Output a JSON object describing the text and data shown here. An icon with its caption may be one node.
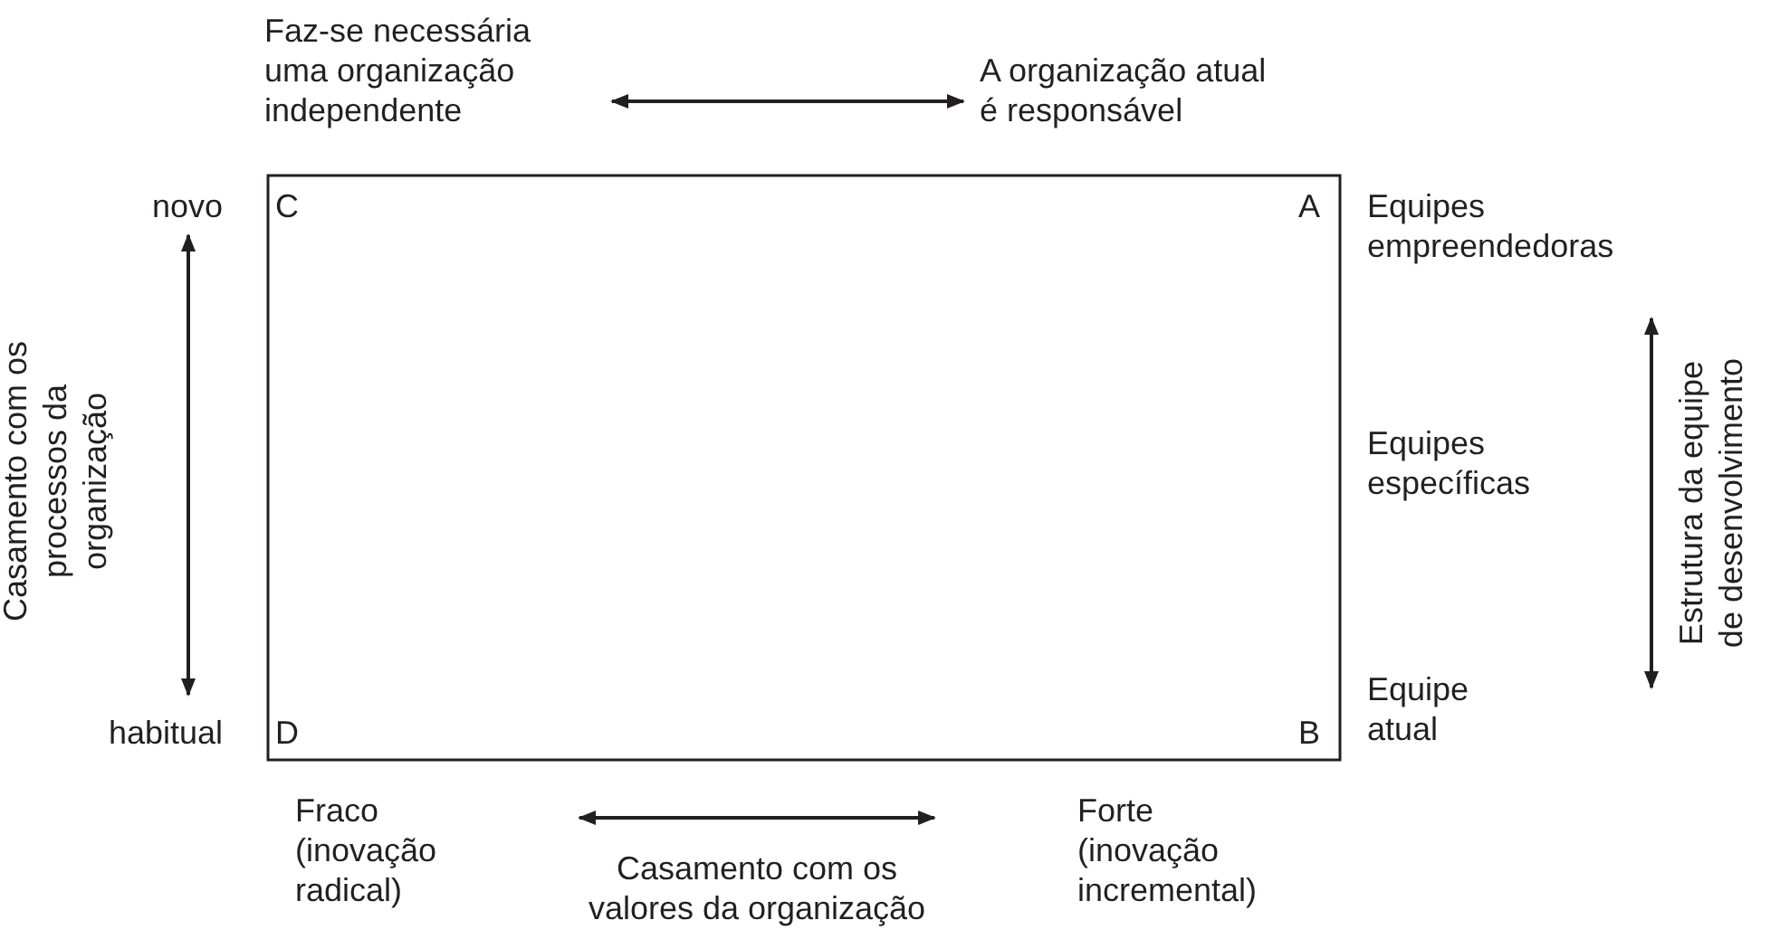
{
  "diagram": {
    "labels": [
      "Faz-se necessária uma organização independente",
      "A organização atual é responsável",
      "novo",
      "C",
      "A",
      "Equipes empreendedoras",
      "Casamento com os processos da organização",
      "Estrutura da equipe de desenvolvimento",
      "Equipes específicas",
      "habitual",
      "D",
      "B",
      "Equipe atual",
      "Fraco (inovação radical)",
      "Forte (inovação incremental)",
      "Casamento com os valores da organização"
    ]
  }
}
